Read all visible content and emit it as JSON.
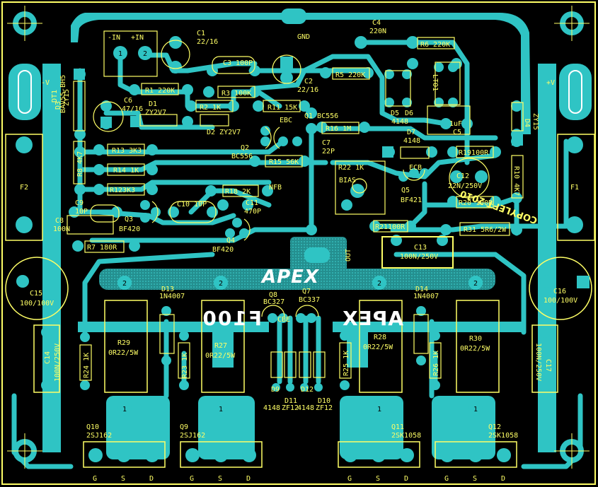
{
  "board": {
    "colors": {
      "background": "#000000",
      "copper": "#2fc4c4",
      "silk": "#ffff66",
      "pad": "#2fc4c4",
      "hole": "#000000"
    },
    "logo": "APEX",
    "logo_mirrored": "APEX",
    "model": "F100",
    "copyright": "COPYLEFT 2010",
    "nets": {
      "gnd": "GND",
      "out": "OUT",
      "in_minus": "-IN",
      "in_plus": "+IN",
      "v_minus": "-V",
      "v_plus": "+V",
      "nfb": "NFB",
      "bias": "BIAS"
    },
    "components": {
      "C1": "C1",
      "C1v": "22/16",
      "C2": "C2",
      "C2v": "22/16",
      "C3": "C3 100P",
      "C4": "C4",
      "C4v": "220N",
      "C5": "C5",
      "C5v": "1uF",
      "C6": "C6",
      "C6v": "47/16",
      "C7": "C7",
      "C7v": "22P",
      "C8": "C8",
      "C8v": "100N",
      "C9": "C9",
      "C9v": "10P",
      "C10": "C10 10P",
      "C11": "C11",
      "C11v": "470P",
      "C12": "C12",
      "C12v": "22N/250V",
      "C13": "C13",
      "C13v": "100N/250V",
      "C14": "C14",
      "C14v": "100N/250V",
      "C15": "C15",
      "C15v": "100/100V",
      "C16": "C16",
      "C16v": "100/100V",
      "C17": "C17",
      "C17v": "100N/250V",
      "R1": "R1 220K",
      "R2": "R2  1K",
      "R3": "R3 100K",
      "R5": "R5 220K",
      "R6": "R6 220K",
      "R7": "R7 180R",
      "R8": "R8 4K7",
      "R10": "R10 4K7",
      "R11": "R11 15K",
      "R12": "R123K3",
      "R13": "R13 3K3",
      "R14": "R14 1K",
      "R15": "R15 56K",
      "R16": "R16 1M",
      "R18": "R18 2K",
      "R19": "R19100R",
      "R20": "R20 100R",
      "R21": "R21100R",
      "R22": "R22 1K",
      "R23": "R23 1K",
      "R24": "R24 1K",
      "R25": "R25 1K",
      "R26": "R26 1K",
      "R27": "R27",
      "R27v": "0R22/5W",
      "R28": "R28",
      "R28v": "0R22/5W",
      "R29": "R29",
      "R29v": "0R22/5W",
      "R30": "R30",
      "R30v": "0R22/5W",
      "R31": "R31 5R6/2W",
      "D1": "D1",
      "D1v": "ZY2V7",
      "D2": "D2 ZY2V7",
      "D3": "D3",
      "D3v": "ZY15",
      "D4": "D4",
      "D4v": "ZY15",
      "D5": "D5",
      "D6": "D6",
      "D56v": "4148",
      "D7": "D7",
      "D7v": "4148",
      "D9": "D9",
      "D9v": "4148",
      "D10": "D10",
      "D10v": "ZF12",
      "D11": "D11",
      "D11v": "ZF12",
      "D12": "D12",
      "D12v": "4148",
      "D13": "D13",
      "D13v": "1N4007",
      "D14": "D14",
      "D14v": "1N4007",
      "Q1": "Q1 BC556",
      "Q2": "Q2",
      "Q2v": "BC556",
      "Q3": "Q3",
      "Q3v": "BF420",
      "Q4": "Q4",
      "Q4v": "BF420",
      "Q5": "Q5",
      "Q5v": "BF421",
      "Q7": "Q7",
      "Q7v": "BC337",
      "Q8": "Q8",
      "Q8v": "BC327",
      "Q9": "Q9",
      "Q9v": "2SJ162",
      "Q10": "Q10",
      "Q10v": "2SJ162",
      "Q11": "Q11",
      "Q11v": "2SK1058",
      "Q12": "Q12",
      "Q12v": "2SK1058",
      "F1": "F1",
      "F2": "F2",
      "DT1": "DT1",
      "DT1v": "BAV55-BH5",
      "LTO1": "LTO1",
      "ECB": "ECB",
      "EBC": "EBC",
      "CBE": "CBE"
    },
    "pads": {
      "one": "1",
      "two": "2"
    },
    "pinout_labels": [
      "G",
      "S",
      "D",
      "G",
      "S",
      "D",
      "G",
      "S",
      "D",
      "G",
      "S",
      "D"
    ]
  }
}
